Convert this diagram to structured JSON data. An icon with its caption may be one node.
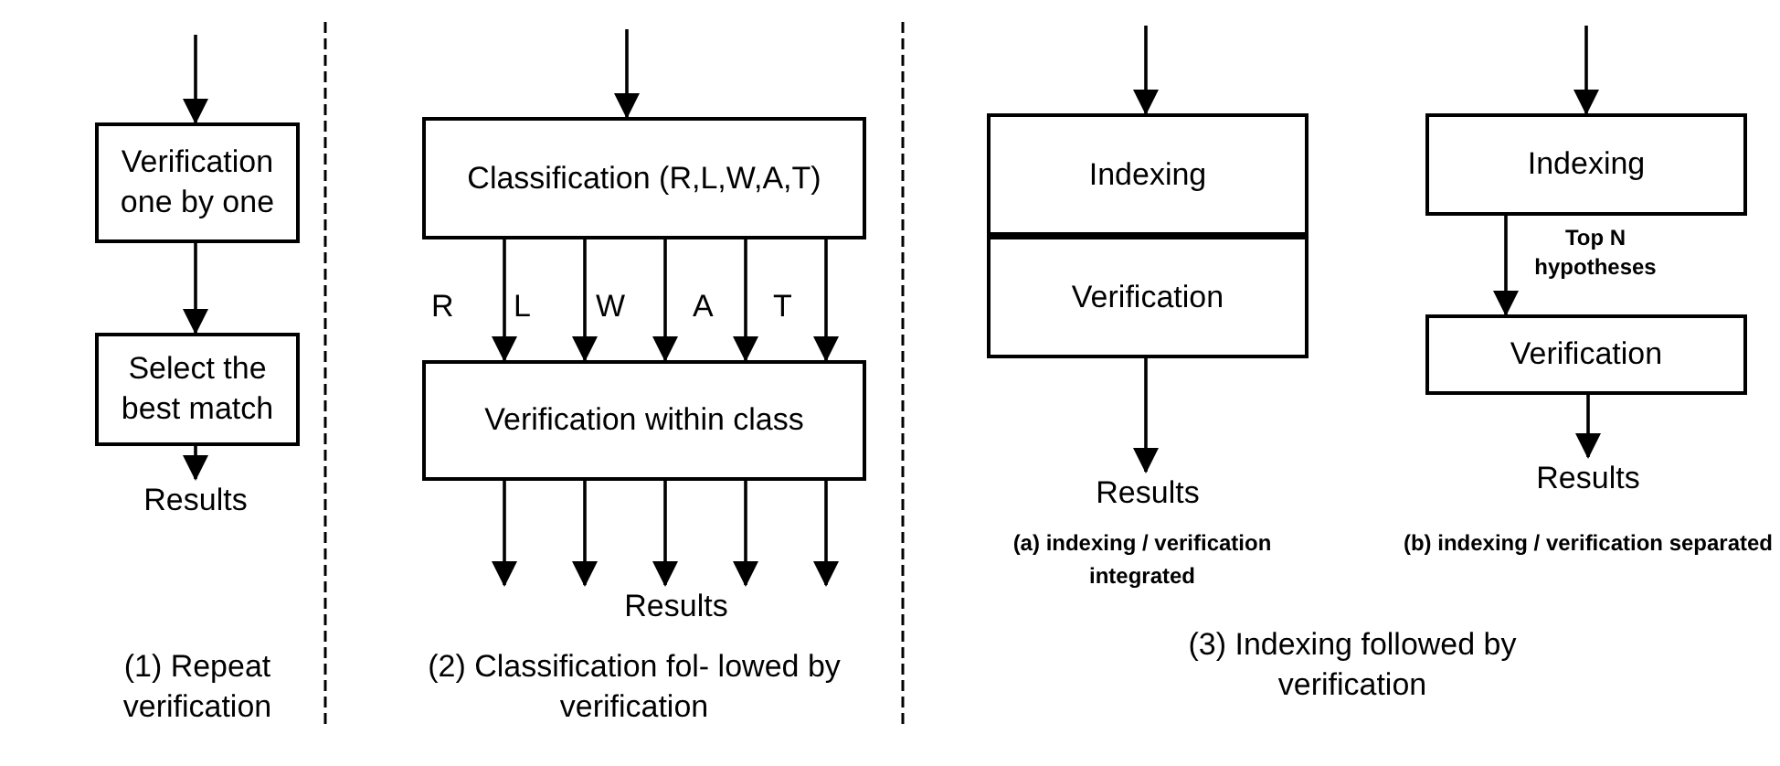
{
  "diagram": {
    "nodes": [
      {
        "text": [
          "Verification one by one"
        ]
      },
      {
        "text": [
          "Select the best match"
        ]
      },
      {
        "text": [
          "Results"
        ]
      },
      {
        "text": [
          "Classification (R,L,W,A,T)"
        ]
      },
      {
        "text": [
          "Verification within class"
        ]
      },
      {
        "text": [
          "Results"
        ]
      },
      {
        "text": [
          "Indexing"
        ]
      },
      {
        "text": [
          "Verification"
        ]
      },
      {
        "text": [
          "Results"
        ]
      },
      {
        "text": [
          "Indexing"
        ]
      },
      {
        "text": [
          "Verification"
        ]
      },
      {
        "text": [
          "Results"
        ]
      }
    ],
    "edges": [
      {
        "from": null,
        "to": 0,
        "arrow": "to"
      },
      {
        "from": 0,
        "to": 1,
        "arrow": "to"
      },
      {
        "from": 1,
        "to": 2,
        "arrow": "to"
      },
      {
        "from": null,
        "to": 3,
        "arrow": "to"
      },
      {
        "from": 3,
        "to": 4,
        "arrow": "to"
      },
      {
        "from": 3,
        "to": 4,
        "arrow": "to"
      },
      {
        "from": 3,
        "to": 4,
        "arrow": "to"
      },
      {
        "from": 3,
        "to": 4,
        "arrow": "to"
      },
      {
        "from": 3,
        "to": 4,
        "arrow": "to"
      },
      {
        "from": 4,
        "to": 5,
        "arrow": "to"
      },
      {
        "from": 4,
        "to": 5,
        "arrow": "to"
      },
      {
        "from": 4,
        "to": 5,
        "arrow": "to"
      },
      {
        "from": 4,
        "to": 5,
        "arrow": "to"
      },
      {
        "from": 4,
        "to": 5,
        "arrow": "to"
      },
      {
        "from": null,
        "to": 6,
        "arrow": "to"
      },
      {
        "from": 7,
        "to": 8,
        "arrow": "to"
      },
      {
        "from": null,
        "to": 9,
        "arrow": "to"
      },
      {
        "from": 9,
        "to": 10,
        "arrow": "to",
        "label": "Top N hypotheses"
      },
      {
        "from": 10,
        "to": 11,
        "arrow": "to"
      }
    ],
    "labels": [
      "R",
      "L",
      "W",
      "A",
      "T",
      "(1) Repeat verification",
      "(2) Classification fol- lowed by verification",
      "(a) indexing / verification integrated",
      "(b) indexing / verification separated",
      "(3) Indexing followed by verification"
    ]
  }
}
